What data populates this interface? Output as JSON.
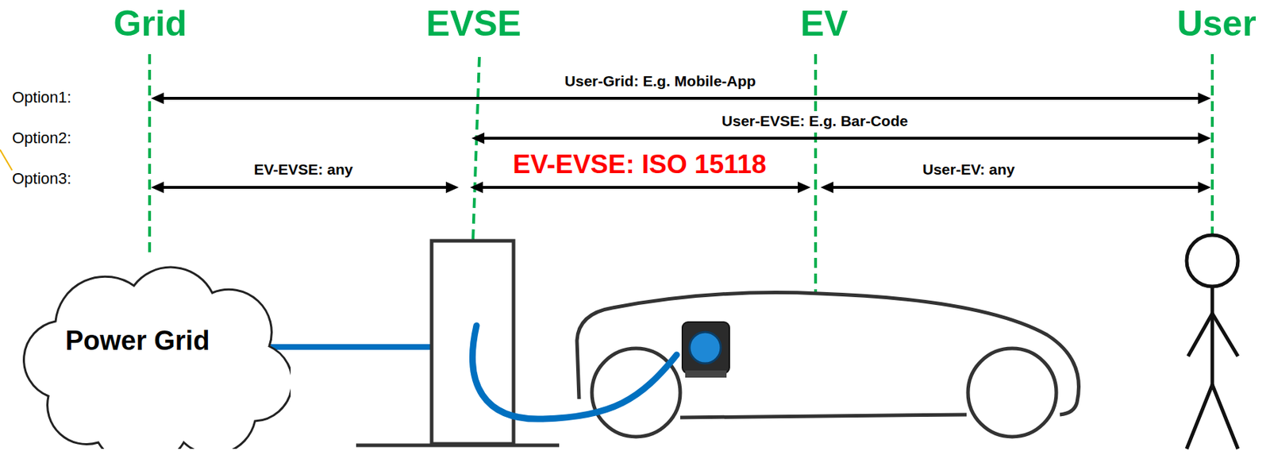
{
  "diagram": {
    "nodes": [
      {
        "text": [
          "Power Grid"
        ]
      }
    ],
    "labels": [
      "Grid",
      "EVSE",
      "EV",
      "User",
      "Option1:",
      "Option2:",
      "Option3:",
      "User-Grid: E.g. Mobile-App",
      "User-EVSE: E.g. Bar-Code",
      "EV-EVSE: any",
      "EV-EVSE: ISO 15118",
      "User-EV: any"
    ]
  }
}
